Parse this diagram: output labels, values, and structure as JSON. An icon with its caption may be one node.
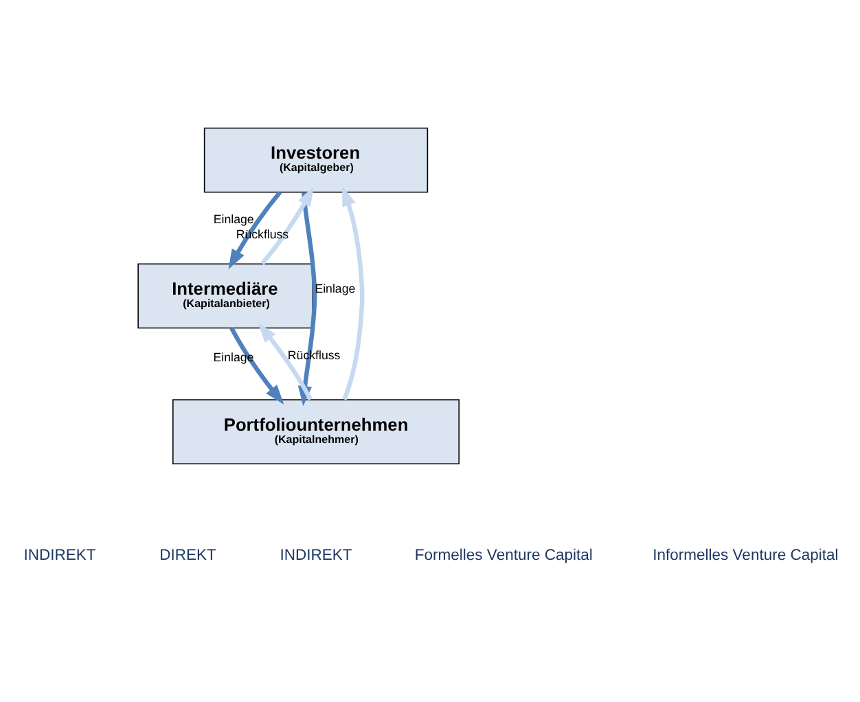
{
  "diagram": {
    "nodes": [
      {
        "text": [
          "Investoren",
          "(Kapitalgeber)"
        ]
      },
      {
        "text": [
          "Intermediäre",
          "(Kapitalanbieter)"
        ]
      },
      {
        "text": [
          "Portfoliounternehmen",
          "(Kapitalnehmer)"
        ]
      }
    ],
    "edges": [
      {
        "from": 0,
        "to": 1,
        "arrow": "to",
        "label": "Einlage",
        "color": "#4f81bd"
      },
      {
        "from": 1,
        "to": 0,
        "arrow": "to",
        "label": "Rückfluss",
        "color": "#c6d9f1"
      },
      {
        "from": 1,
        "to": 2,
        "arrow": "to",
        "label": "Einlage",
        "color": "#4f81bd"
      },
      {
        "from": 2,
        "to": 1,
        "arrow": "to",
        "label": "Rückfluss",
        "color": "#c6d9f1"
      },
      {
        "from": 2,
        "to": 0,
        "arrow": "to",
        "color": "#c6d9f1"
      },
      {
        "from": 0,
        "to": 2,
        "arrow": "to",
        "label": "Einlage",
        "color": "#4f81bd"
      }
    ],
    "labels": [
      "INDIREKT",
      "DIREKT",
      "INDIREKT",
      "Formelles Venture Capital",
      "Informelles Venture Capital"
    ]
  }
}
